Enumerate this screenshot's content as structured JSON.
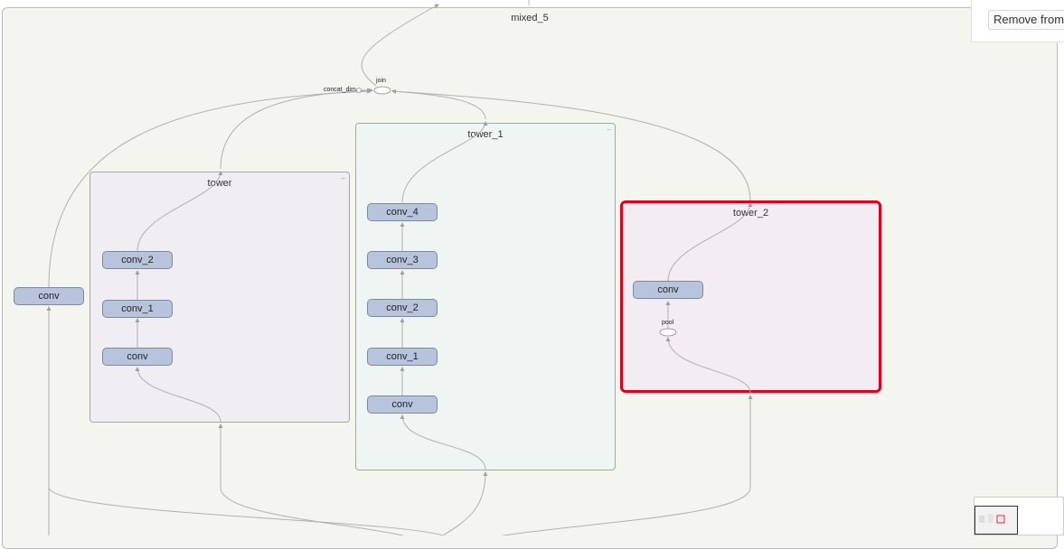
{
  "graph": {
    "outer_title": "mixed_5",
    "groups": {
      "tower": {
        "title": "tower"
      },
      "tower_1": {
        "title": "tower_1"
      },
      "tower_2": {
        "title": "tower_2"
      }
    },
    "nodes": {
      "left_conv": "conv",
      "tower_conv_2": "conv_2",
      "tower_conv_1": "conv_1",
      "tower_conv": "conv",
      "tower_1_conv_4": "conv_4",
      "tower_1_conv_3": "conv_3",
      "tower_1_conv_2": "conv_2",
      "tower_1_conv_1": "conv_1",
      "tower_1_conv": "conv",
      "tower_2_conv": "conv",
      "join": "join",
      "concat_dim": "concat_dim",
      "pool": "pool"
    },
    "colors": {
      "tower_fill": "#f0edf3",
      "tower_1_fill": "#eef5f2",
      "tower_2_fill": "#f3ecf3",
      "selection": "#e0001a",
      "node_fill": "#b7c4dc"
    }
  },
  "panel": {
    "remove_button": "Remove from main graph"
  }
}
